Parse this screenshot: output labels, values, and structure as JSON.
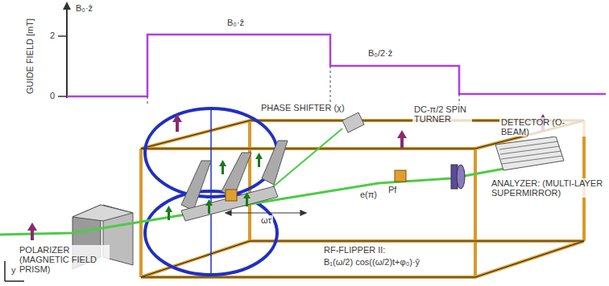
{
  "diagram": {
    "labels": [
      "GUIDE FIELD [mT]",
      "2",
      "0",
      "B₀·ẑ",
      "B₀·ẑ",
      "B₀/2·ẑ",
      "PHASE SHIFTER (χ)",
      "DC-π/2 SPIN TURNER",
      "DETECTOR (O-BEAM)",
      "ANALYZER: (MULTI-LAYER SUPERMIRROR)",
      "POLARIZER (MAGNETIC FIELD PRISM)",
      "RF-FLIPPER II:",
      "B₁(ω/2) cos((ω/2)t+φ₀)·ŷ",
      "ωτ",
      "Pf",
      "e(π)",
      "y"
    ]
  }
}
